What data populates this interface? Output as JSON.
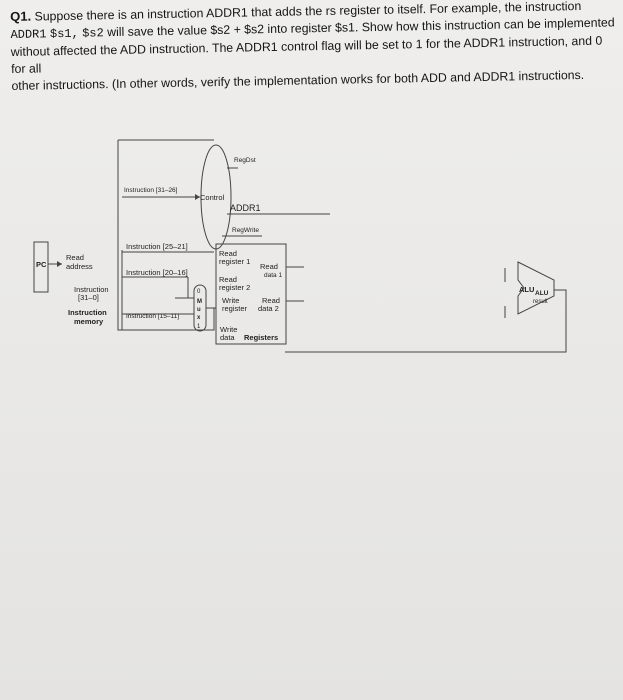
{
  "question": {
    "number": "Q1.",
    "line1": "Suppose there is an instruction ADDR1 that adds the rs register to itself. For example, the instruction",
    "line2_code1": "ADDR1",
    "line2_code2": "$s1,",
    "line2_code3": "$s2",
    "line2_rest": "will save the value $s2 + $s2 into register $s1. Show how this instruction can be implemented",
    "line3": "without affected the ADD instruction. The ADDR1 control flag will be set to 1 for the ADDR1 instruction, and 0 for all",
    "line4": "other instructions. (In other words, verify the implementation works for both ADD and ADDR1 instructions."
  },
  "diagram": {
    "pc": "PC",
    "read_address_1": "Read",
    "read_address_2": "address",
    "instruction_1": "Instruction",
    "instruction_2": "[31–0]",
    "imem_1": "Instruction",
    "imem_2": "memory",
    "instr_31_26": "Instruction [31–26]",
    "control": "Control",
    "regdst": "RegDst",
    "addr1": "ADDR1",
    "regwrite": "RegWrite",
    "instr_25_21": "Instruction [25–21]",
    "instr_20_16": "Instruction [20–16]",
    "instr_15_11": "Instruction [15–11]",
    "mux_0": "0",
    "mux_m": "M",
    "mux_u": "u",
    "mux_x": "x",
    "mux_1": "1",
    "read_reg1_a": "Read",
    "read_reg1_b": "register 1",
    "read_data1_a": "Read",
    "read_data1_b": "data 1",
    "read_reg2_a": "Read",
    "read_reg2_b": "register 2",
    "write_reg_a": "Write",
    "write_reg_b": "register",
    "read_data2_a": "Read",
    "read_data2_b": "data 2",
    "write_data_a": "Write",
    "write_data_b": "data",
    "registers": "Registers",
    "alu": "ALU",
    "alu_result_a": "ALU",
    "alu_result_b": "result"
  }
}
